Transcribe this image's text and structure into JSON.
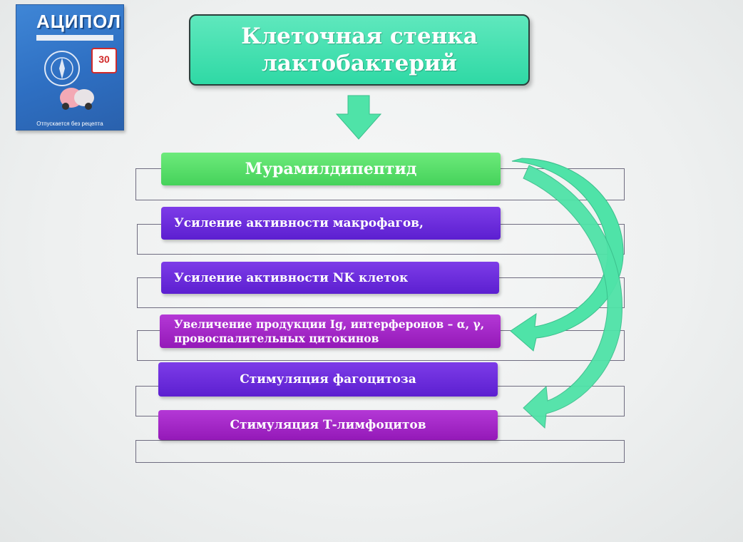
{
  "product": {
    "brand": "АЦИПОЛ",
    "count": "30",
    "note": "Отпускается без рецепта"
  },
  "diagram": {
    "title": "Клеточная стенка лактобактерий",
    "muramyl": "Мурамилдипептид",
    "effects": [
      "Усиление активности макрофагов,",
      "Усиление активности NK клеток",
      "Увеличение продукции Ig, интерферонов – α, γ, провоспалительных цитокинов",
      "Стимуляция фагоцитоза",
      "Стимуляция Т-лимфоцитов"
    ]
  },
  "colors": {
    "title": "#2fd9a5",
    "muramyl": "#45d25a",
    "blue": "#5c1fd0",
    "purple": "#9419b8",
    "arrow": "#4fe3a8"
  }
}
